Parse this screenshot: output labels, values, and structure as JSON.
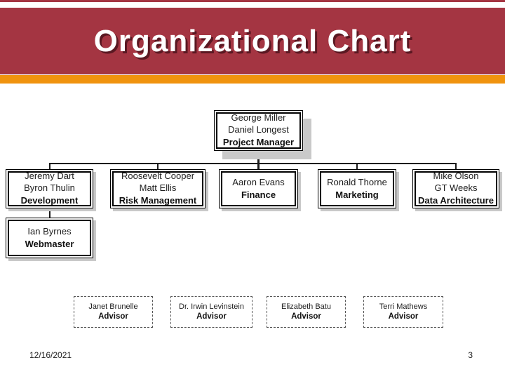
{
  "slide": {
    "title": "Organizational Chart",
    "footer": {
      "date": "12/16/2021",
      "page_number": "3"
    }
  },
  "colors": {
    "header_red": "#A43542",
    "accent_orange": "#F0930E",
    "shadow_gray": "#C9C9C9",
    "connector": "#1A1A1A",
    "title_shadow": "#5A1822"
  },
  "org_chart": {
    "root": {
      "lines": [
        "George Miller",
        "Daniel Longest"
      ],
      "role": "Project Manager"
    },
    "departments": [
      {
        "lines": [
          "Jeremy Dart",
          "Byron Thulin"
        ],
        "role": "Development"
      },
      {
        "lines": [
          "Roosevelt Cooper",
          "Matt Ellis"
        ],
        "role": "Risk Management"
      },
      {
        "lines": [
          "Aaron Evans"
        ],
        "role": "Finance"
      },
      {
        "lines": [
          "Ronald Thorne"
        ],
        "role": "Marketing"
      },
      {
        "lines": [
          "Mike Olson",
          "GT Weeks"
        ],
        "role": "Data Architecture"
      }
    ],
    "sub_nodes": [
      {
        "lines": [
          "Ian Byrnes"
        ],
        "role": "Webmaster",
        "parent": "Development"
      }
    ],
    "advisors": [
      {
        "name": "Janet Brunelle",
        "role": "Advisor"
      },
      {
        "name": "Dr. Irwin Levinstein",
        "role": "Advisor"
      },
      {
        "name": "Elizabeth Batu",
        "role": "Advisor"
      },
      {
        "name": "Terri Mathews",
        "role": "Advisor"
      }
    ]
  }
}
